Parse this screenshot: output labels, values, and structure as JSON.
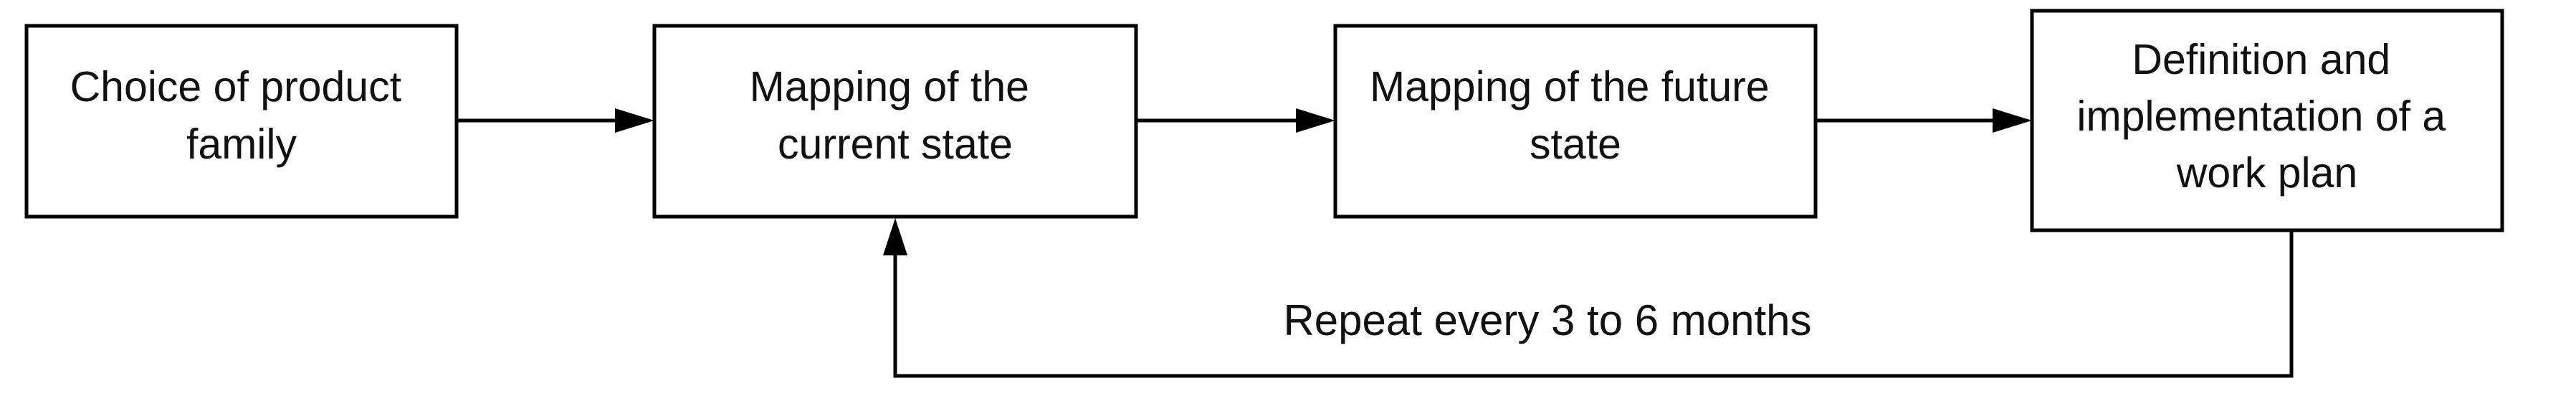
{
  "diagram": {
    "steps": [
      {
        "id": "step-1",
        "lines": [
          "Choice of product",
          "family"
        ]
      },
      {
        "id": "step-2",
        "lines": [
          "Mapping of the",
          "current state"
        ]
      },
      {
        "id": "step-3",
        "lines": [
          "Mapping of the future",
          "state"
        ]
      },
      {
        "id": "step-4",
        "lines": [
          "Definition and",
          "implementation of a",
          "work plan"
        ]
      }
    ],
    "loop_label": "Repeat every 3 to 6 months",
    "colors": {
      "stroke": "#000000",
      "text": "#111111",
      "background": "#ffffff"
    }
  }
}
